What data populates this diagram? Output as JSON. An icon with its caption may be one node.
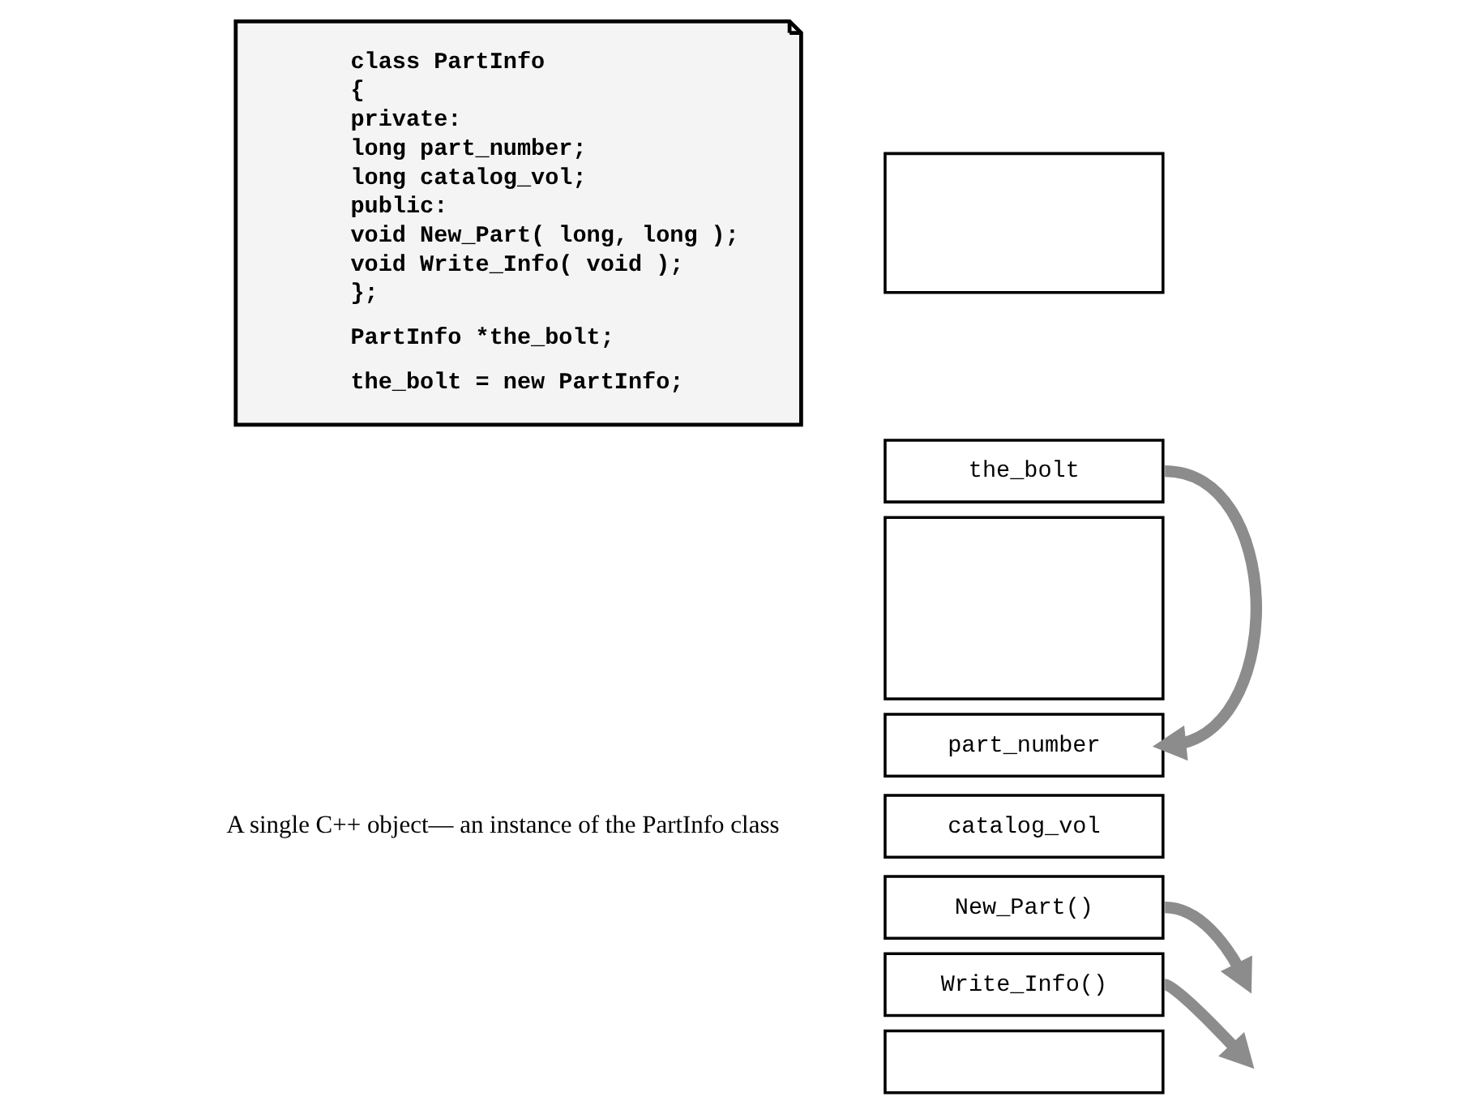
{
  "diagram": {
    "nodes": [
      {
        "text": [
          "class PartInfo",
          "{",
          "private:",
          "long part_number;",
          "long catalog_vol;",
          "public:",
          "void New_Part( long, long );",
          "void Write_Info( void );",
          "};",
          "PartInfo *the_bolt;",
          "the_bolt = new PartInfo;"
        ]
      },
      {
        "text": [],
        "shape": "box"
      },
      {
        "text": [
          "the_bolt"
        ]
      },
      {
        "text": [],
        "shape": "box"
      },
      {
        "text": [
          "part_number"
        ]
      },
      {
        "text": [
          "catalog_vol"
        ]
      },
      {
        "text": [
          "New_Part()"
        ]
      },
      {
        "text": [
          "Write_Info()"
        ]
      },
      {
        "text": [],
        "shape": "box"
      }
    ],
    "edges": [
      {
        "from": 2,
        "to": 4,
        "arrow": "to"
      },
      {
        "from": 6,
        "to": null,
        "arrow": "to"
      },
      {
        "from": 7,
        "to": null,
        "arrow": "to"
      }
    ],
    "labels": [
      "A single C++ object— an instance of the PartInfo class"
    ]
  }
}
